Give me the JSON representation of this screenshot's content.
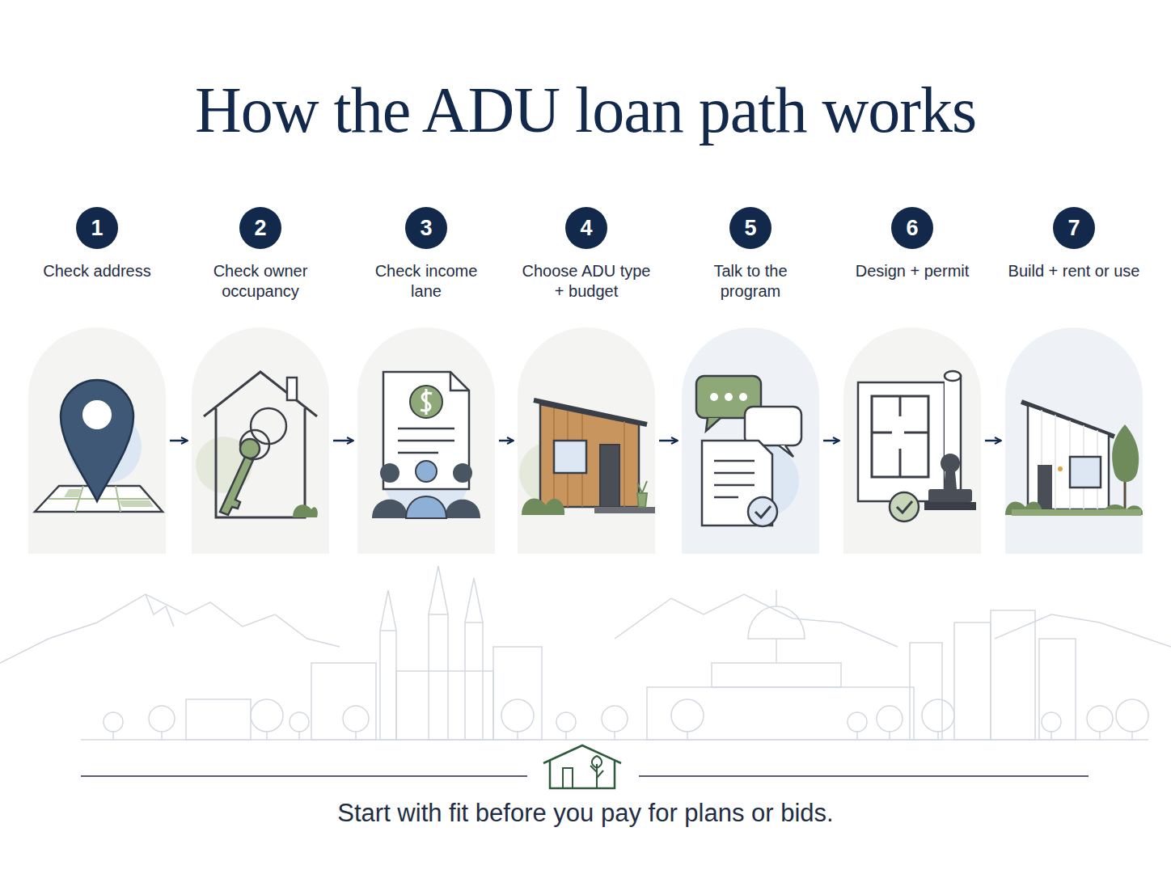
{
  "diagram": {
    "title": "How the ADU loan path works",
    "caption": "Start with fit before you pay for plans or bids.",
    "nodes": [
      {
        "text": [
          "1",
          "Check address"
        ]
      },
      {
        "text": [
          "2",
          "Check owner occupancy"
        ]
      },
      {
        "text": [
          "3",
          "Check income lane"
        ]
      },
      {
        "text": [
          "4",
          "Choose ADU type + budget"
        ]
      },
      {
        "text": [
          "5",
          "Talk to the program"
        ]
      },
      {
        "text": [
          "6",
          "Design + permit"
        ]
      },
      {
        "text": [
          "7",
          "Build + rent or use"
        ]
      }
    ],
    "edges": [
      {
        "from": 0,
        "to": 1,
        "arrow": "to"
      },
      {
        "from": 1,
        "to": 2,
        "arrow": "to"
      },
      {
        "from": 2,
        "to": 3,
        "arrow": "to"
      },
      {
        "from": 3,
        "to": 4,
        "arrow": "to"
      },
      {
        "from": 4,
        "to": 5,
        "arrow": "to"
      },
      {
        "from": 5,
        "to": 6,
        "arrow": "to"
      }
    ]
  }
}
